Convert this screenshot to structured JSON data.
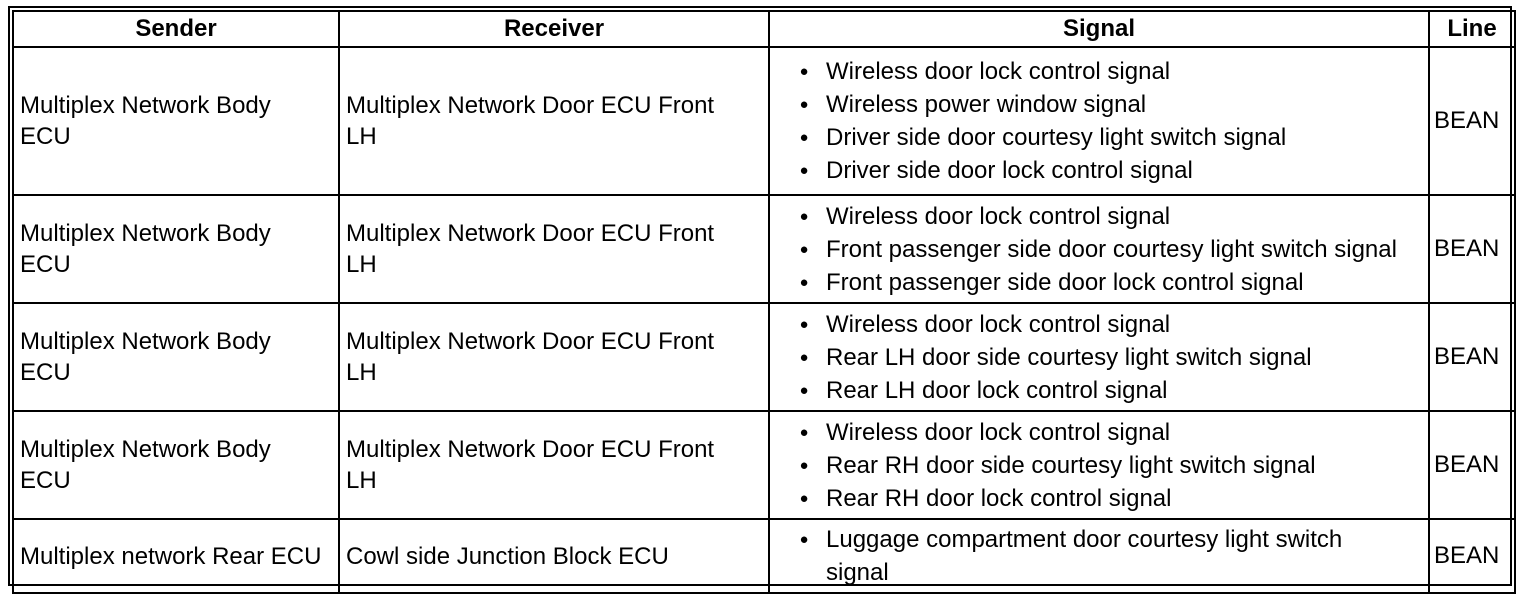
{
  "colors": {
    "border": "#000000",
    "text": "#000000",
    "background": "#ffffff"
  },
  "icons": {
    "bullet": "●"
  },
  "table": {
    "headers": [
      "Sender",
      "Receiver",
      "Signal",
      "Line"
    ],
    "rows": [
      {
        "sender": "Multiplex Network Body ECU",
        "receiver": "Multiplex Network Door ECU Front LH",
        "signals": [
          "Wireless door lock control signal",
          "Wireless power window signal",
          "Driver side door courtesy light switch signal",
          "Driver side door lock control signal"
        ],
        "line": "BEAN"
      },
      {
        "sender": "Multiplex Network Body ECU",
        "receiver": "Multiplex Network Door ECU Front LH",
        "signals": [
          "Wireless door lock control signal",
          "Front passenger side door courtesy light switch signal",
          "Front passenger side door lock control signal"
        ],
        "line": "BEAN"
      },
      {
        "sender": "Multiplex Network Body ECU",
        "receiver": "Multiplex Network Door ECU Front LH",
        "signals": [
          "Wireless door lock control signal",
          "Rear LH door side courtesy light switch signal",
          "Rear LH door lock control signal"
        ],
        "line": "BEAN"
      },
      {
        "sender": "Multiplex Network Body ECU",
        "receiver": "Multiplex Network Door ECU Front LH",
        "signals": [
          "Wireless door lock control signal",
          "Rear RH door side courtesy light switch signal",
          "Rear RH door lock control signal"
        ],
        "line": "BEAN"
      },
      {
        "sender": "Multiplex network Rear ECU",
        "receiver": "Cowl side Junction Block ECU",
        "signals": [
          "Luggage compartment door courtesy light switch signal"
        ],
        "line": "BEAN"
      }
    ]
  }
}
